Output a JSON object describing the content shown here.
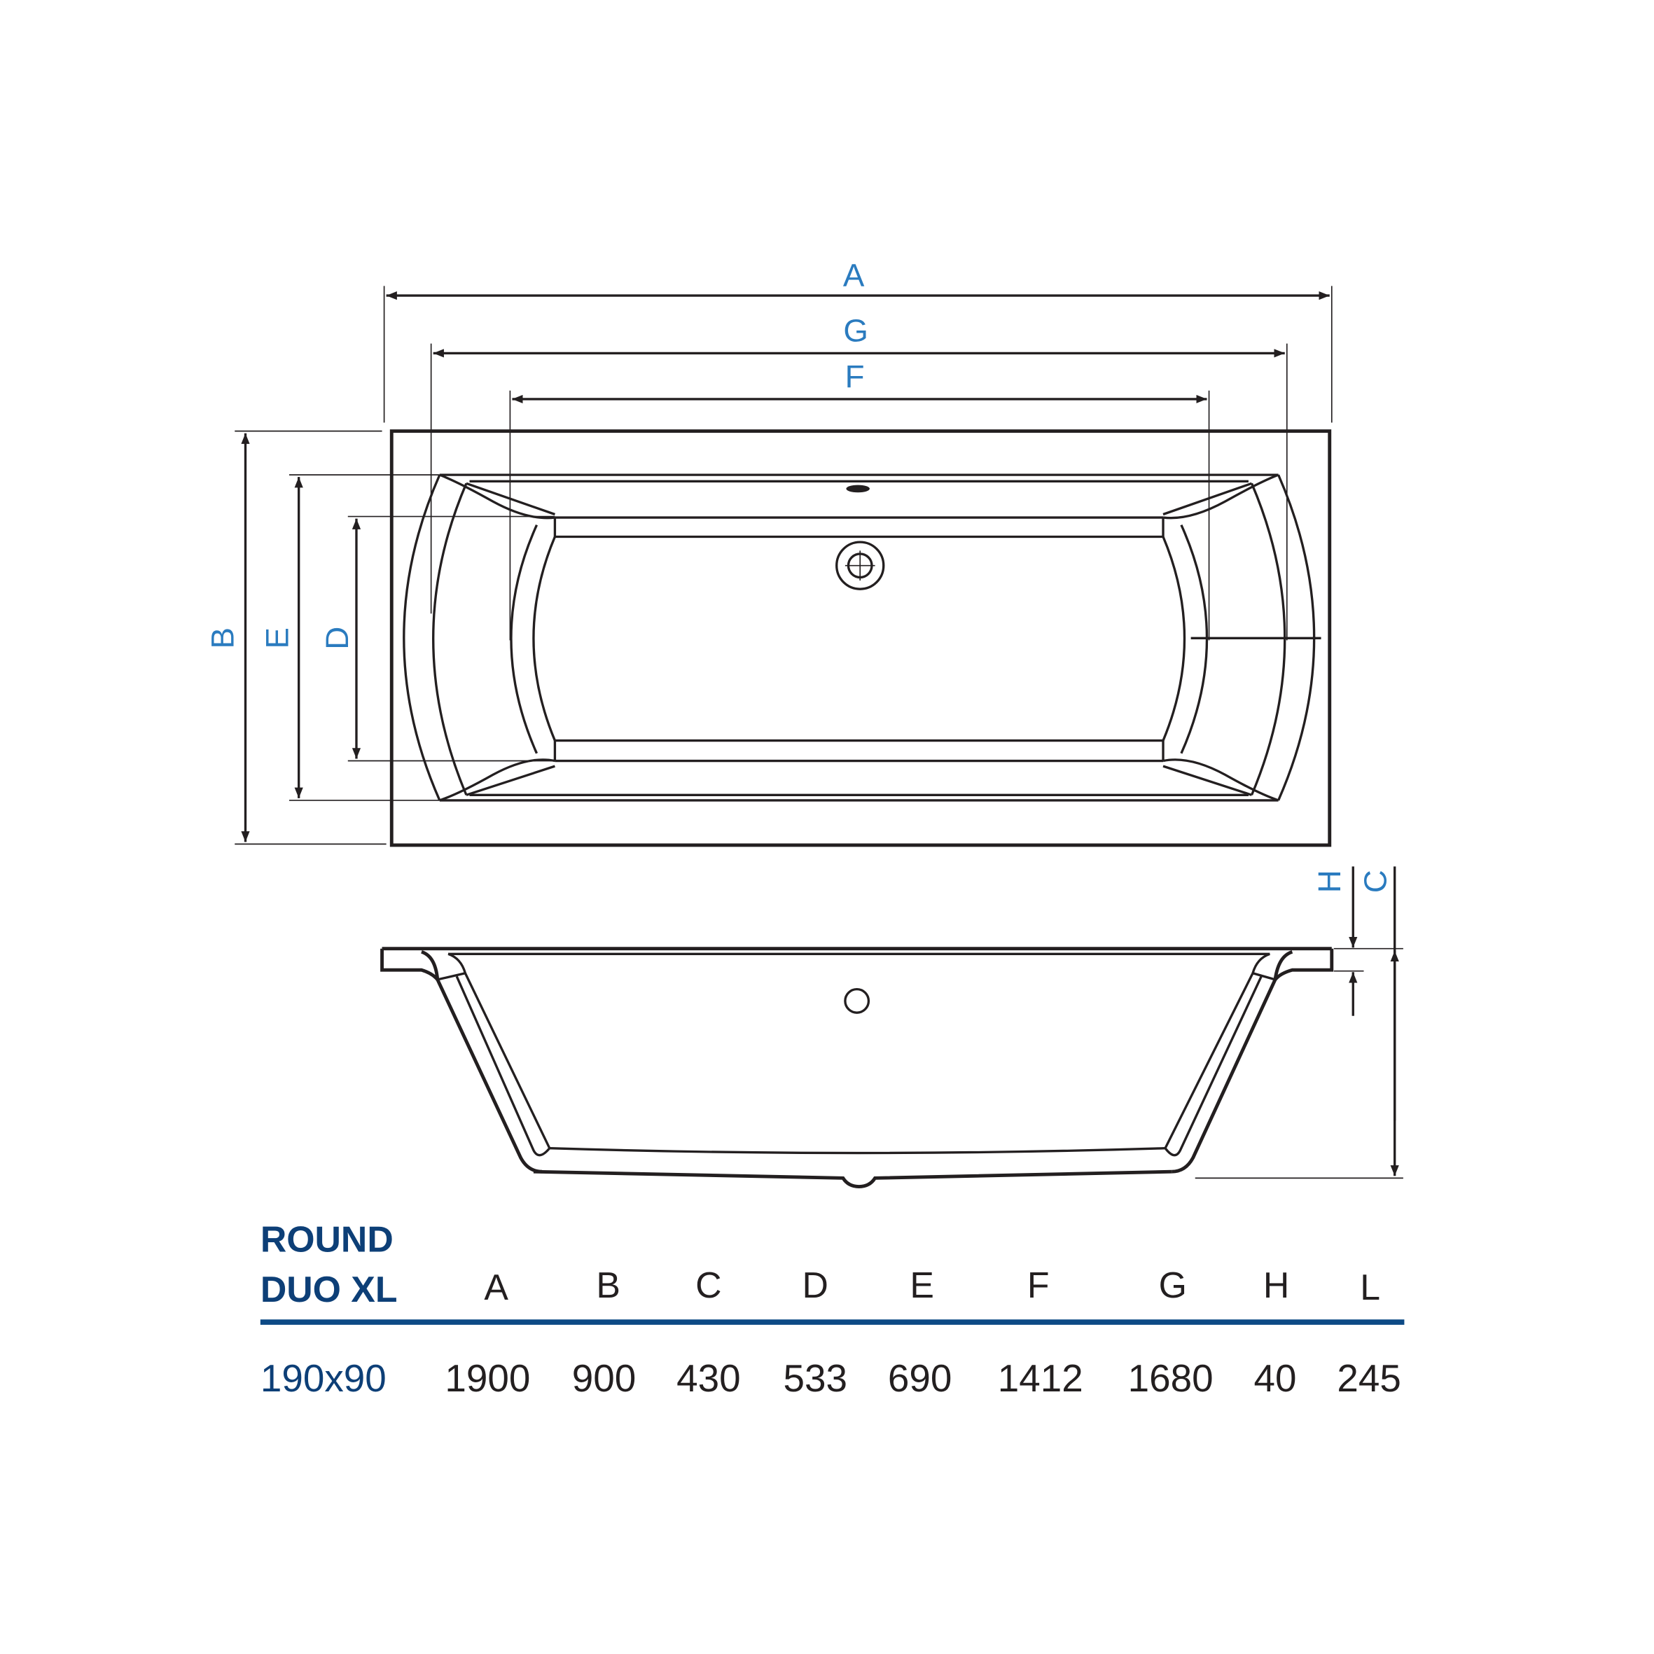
{
  "drawing": {
    "top_view": {
      "dimension_labels": {
        "A": "A",
        "G": "G",
        "F": "F",
        "B": "B",
        "E": "E",
        "D": "D"
      }
    },
    "side_view": {
      "dimension_labels": {
        "H": "H",
        "C": "C"
      }
    },
    "colors": {
      "line": "#231f20",
      "dimension_label": "#2a7bbf",
      "title": "#0d3f77",
      "rule": "#0d4a85"
    }
  },
  "table": {
    "title_line1": "ROUND",
    "title_line2": "DUO XL",
    "columns": [
      "A",
      "B",
      "C",
      "D",
      "E",
      "F",
      "G",
      "H",
      "L"
    ],
    "rows": [
      {
        "model": "190x90",
        "values": [
          "1900",
          "900",
          "430",
          "533",
          "690",
          "1412",
          "1680",
          "40",
          "245"
        ]
      }
    ]
  }
}
